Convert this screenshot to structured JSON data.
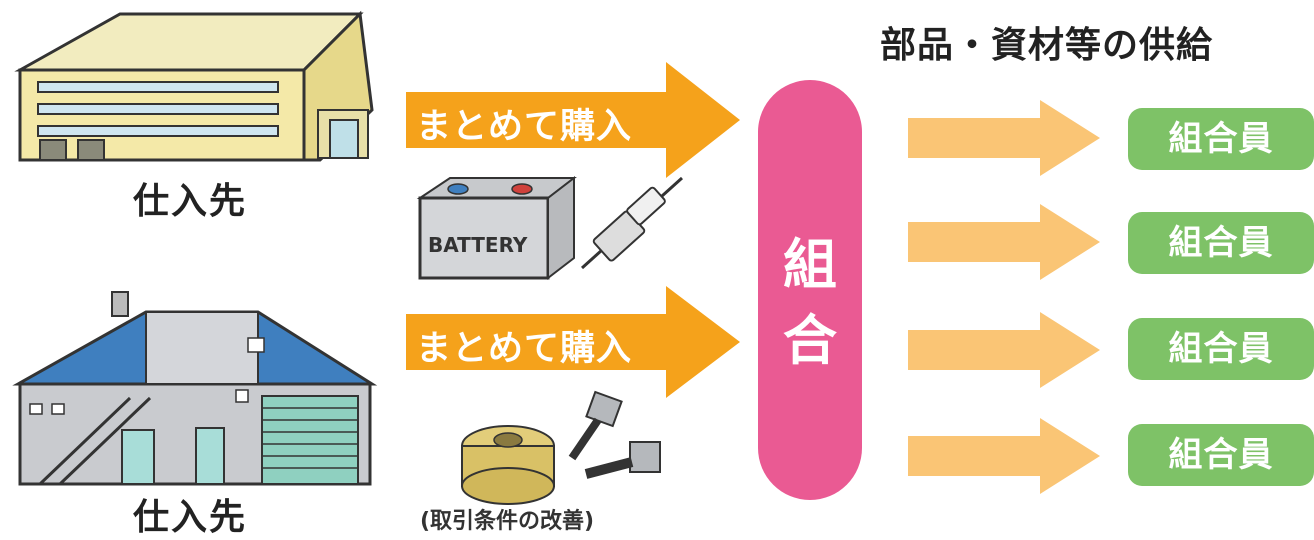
{
  "diagram": {
    "supply_title": "部品・資材等の供給",
    "suppliers": [
      {
        "label": "仕入先"
      },
      {
        "label": "仕入先"
      }
    ],
    "purchase_arrows": [
      {
        "label": "まとめて購入"
      },
      {
        "label": "まとめて購入"
      }
    ],
    "battery_label": "BATTERY",
    "union": {
      "char1": "組",
      "char2": "合"
    },
    "members": [
      {
        "label": "組合員"
      },
      {
        "label": "組合員"
      },
      {
        "label": "組合員"
      },
      {
        "label": "組合員"
      }
    ],
    "note": "(取引条件の改善)",
    "colors": {
      "orange_arrow": "#f5a21b",
      "light_orange_arrow": "#fac575",
      "union_pink": "#ea5a93",
      "member_green": "#7ec267"
    }
  }
}
